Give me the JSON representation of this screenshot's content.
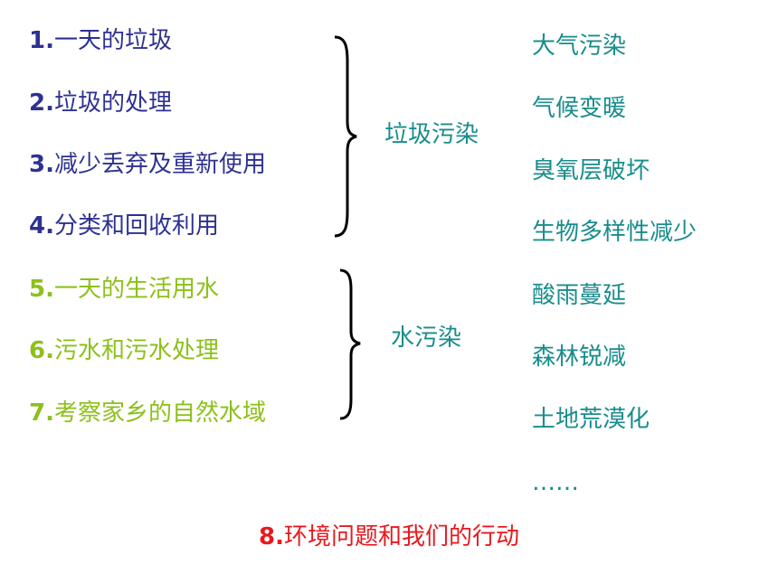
{
  "topics": [
    {
      "num": "1.",
      "text": "一天的垃圾"
    },
    {
      "num": "2.",
      "text": "垃圾的处理"
    },
    {
      "num": "3.",
      "text": "减少丢弃及重新使用"
    },
    {
      "num": "4.",
      "text": "分类和回收利用"
    },
    {
      "num": "5.",
      "text": "一天的生活用水"
    },
    {
      "num": "6.",
      "text": "污水和污水处理"
    },
    {
      "num": "7.",
      "text": "考察家乡的自然水域"
    }
  ],
  "groups": {
    "garbage": "垃圾污染",
    "water": "水污染"
  },
  "issues": [
    "大气污染",
    "气候变暖",
    "臭氧层破坏",
    "生物多样性减少",
    "酸雨蔓延",
    "森林锐减",
    "土地荒漠化",
    "……"
  ],
  "final_topic": {
    "num": "8.",
    "text": "环境问题和我们的行动"
  },
  "colors": {
    "navy": "#2e3192",
    "green": "#8dc01b",
    "teal": "#1a8c8c",
    "red": "#e8191e"
  }
}
